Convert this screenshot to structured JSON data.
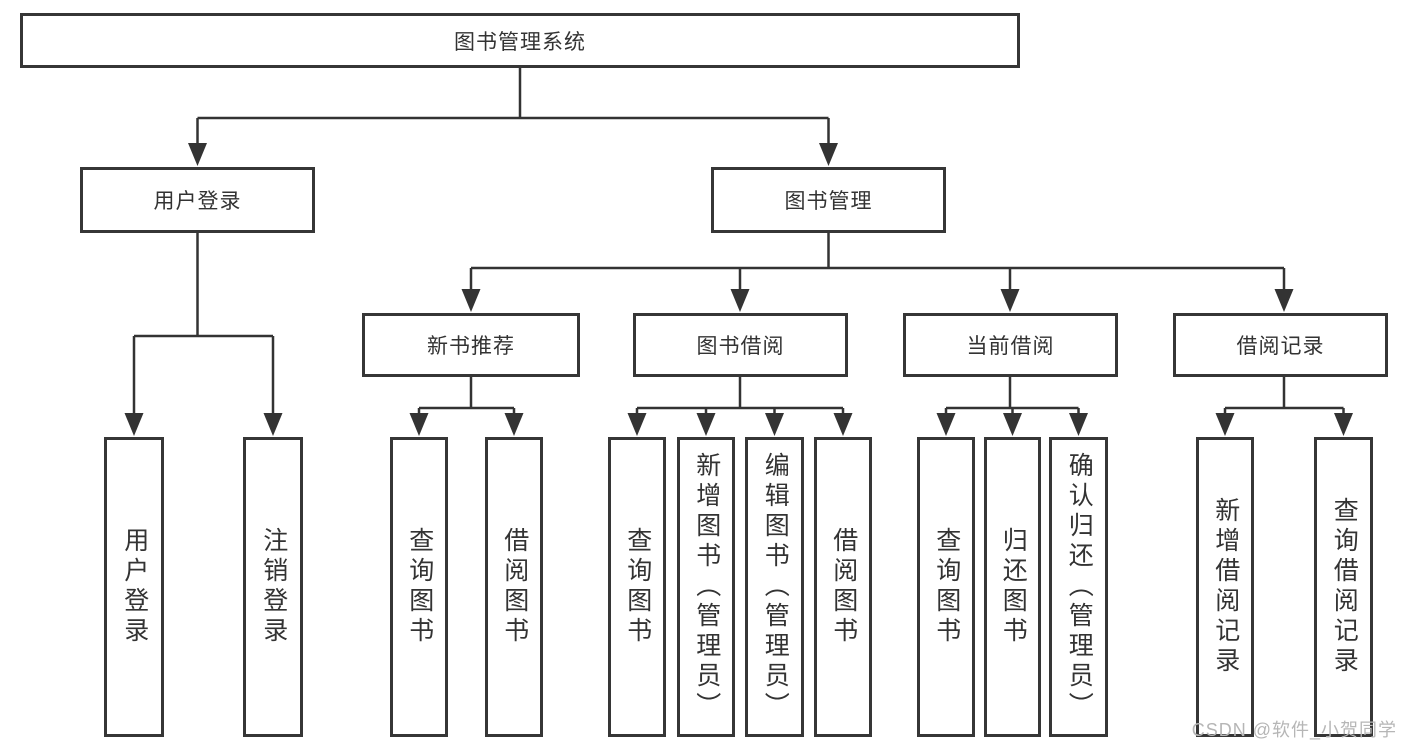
{
  "diagram": {
    "root": {
      "label": "图书管理系统"
    },
    "branches": [
      {
        "label": "用户登录",
        "children": [
          {
            "label": "用户登录"
          },
          {
            "label": "注销登录"
          }
        ]
      },
      {
        "label": "图书管理",
        "children": [
          {
            "label": "新书推荐",
            "children": [
              {
                "label": "查询图书"
              },
              {
                "label": "借阅图书"
              }
            ]
          },
          {
            "label": "图书借阅",
            "children": [
              {
                "label": "查询图书"
              },
              {
                "label": "新增图书（管理员）"
              },
              {
                "label": "编辑图书（管理员）"
              },
              {
                "label": "借阅图书"
              }
            ]
          },
          {
            "label": "当前借阅",
            "children": [
              {
                "label": "查询图书"
              },
              {
                "label": "归还图书"
              },
              {
                "label": "确认归还（管理员）"
              }
            ]
          },
          {
            "label": "借阅记录",
            "children": [
              {
                "label": "新增借阅记录"
              },
              {
                "label": "查询借阅记录"
              }
            ]
          }
        ]
      }
    ]
  },
  "watermark": "CSDN @软件_小贺同学",
  "colors": {
    "line": "#333333",
    "box_border": "#363636",
    "text": "#333333",
    "watermark": "#b6b6b6",
    "background": "#ffffff"
  }
}
